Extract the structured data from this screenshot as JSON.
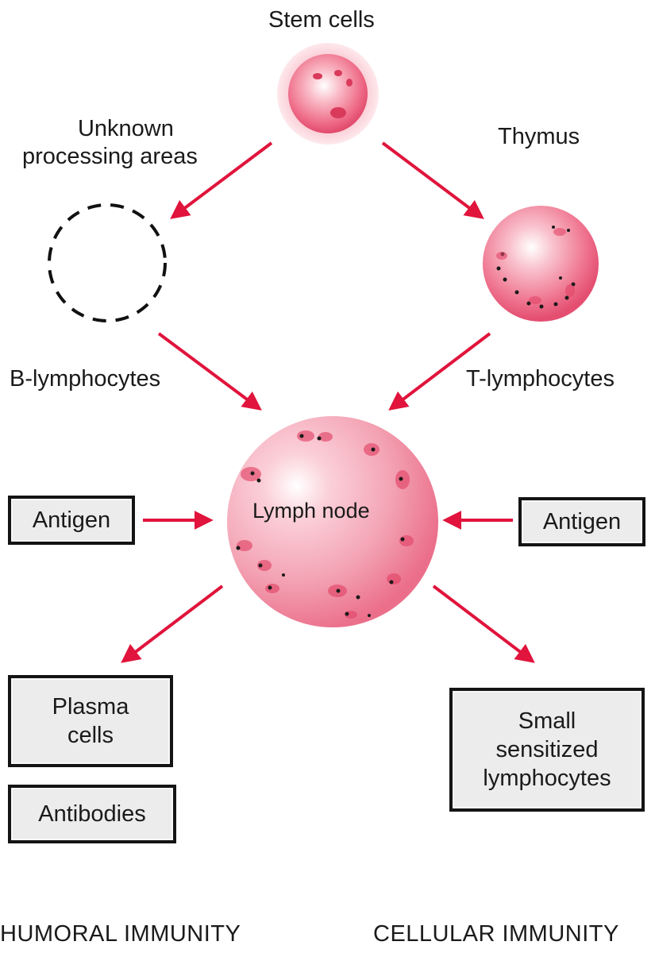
{
  "labels": {
    "stem_cells": "Stem cells",
    "unknown_processing": [
      "Unknown",
      "processing areas"
    ],
    "thymus": "Thymus",
    "b_lymphocytes": "B-lymphocytes",
    "t_lymphocytes": "T-lymphocytes",
    "lymph_node": "Lymph node"
  },
  "boxes": {
    "antigen_left": "Antigen",
    "antigen_right": "Antigen",
    "plasma_cells": [
      "Plasma",
      "cells"
    ],
    "antibodies": "Antibodies",
    "small_sensitized": [
      "Small",
      "sensitized",
      "lymphocytes"
    ]
  },
  "footer": {
    "humoral": "HUMORAL IMMUNITY",
    "cellular": "CELLULAR IMMUNITY"
  },
  "colors": {
    "arrow": "#e0143c",
    "cell_core": "#ffffff",
    "cell_mid": "#f58fa3",
    "cell_edge": "#e8476b",
    "box_fill": "#ececec",
    "box_border": "#141414"
  }
}
